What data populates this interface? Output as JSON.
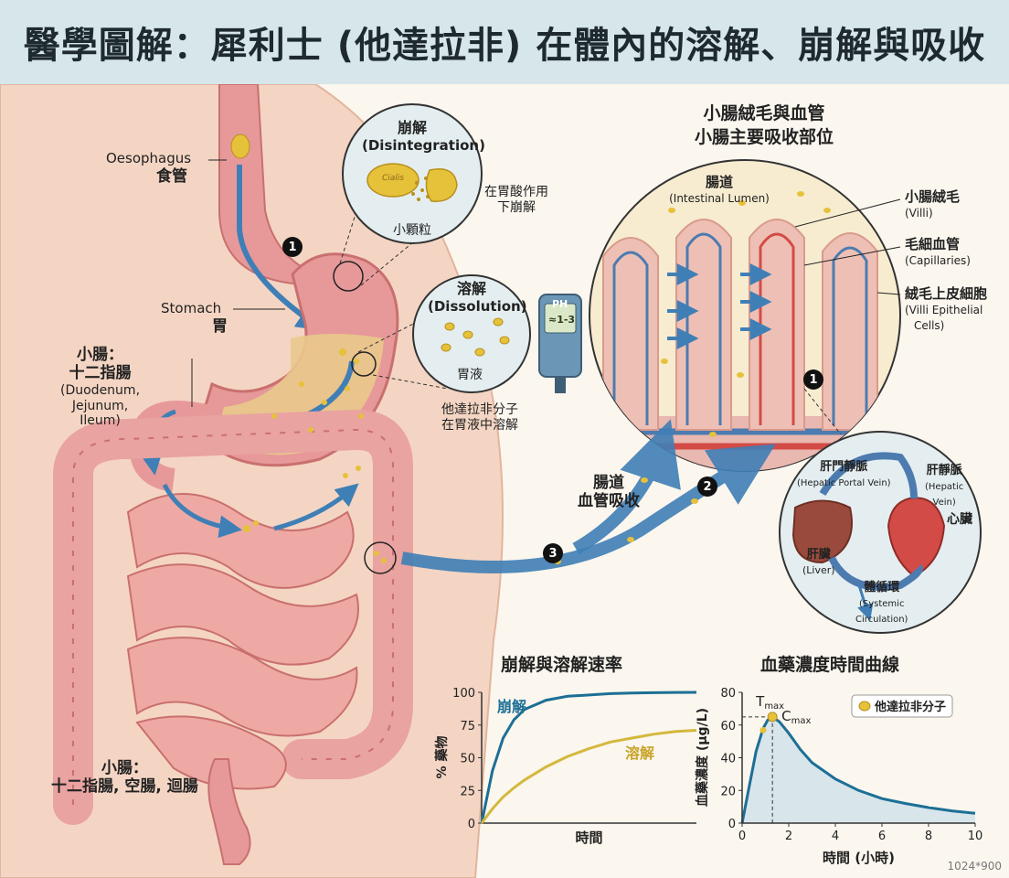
{
  "title": "醫學圖解：犀利士 (他達拉非) 在體內的溶解、崩解與吸收",
  "labels": {
    "oesophagus_en": "Oesophagus",
    "oesophagus_zh": "食管",
    "stomach_en": "Stomach",
    "stomach_zh": "胃",
    "small_int_zh": "小腸：",
    "small_int_zh2": "十二指腸",
    "small_int_en": "(Duodenum,",
    "small_int_en2": "Jejunum,",
    "small_int_en3": "Ileum)",
    "bottom_zh1": "小腸：",
    "bottom_zh2": "十二指腸, 空腸, 迴腸"
  },
  "disintegration": {
    "zh": "崩解",
    "en": "(Disintegration)",
    "tablet": "Cialis",
    "particles": "小顆粒",
    "note1": "在胃酸作用",
    "note2": "下崩解"
  },
  "dissolution": {
    "zh": "溶解",
    "en": "(Dissolution)",
    "fluid": "胃液",
    "note1": "他達拉非分子",
    "note2": "在胃液中溶解",
    "ph_label": "PH",
    "ph_value": "≈1-3"
  },
  "villi": {
    "heading1": "小腸絨毛與血管",
    "heading2": "小腸主要吸收部位",
    "lumen_zh": "腸道",
    "lumen_en": "(Intestinal Lumen)",
    "villi_zh": "小腸絨毛",
    "villi_en": "(Villi)",
    "cap_zh": "毛細血管",
    "cap_en": "(Capillaries)",
    "epi_zh": "絨毛上皮細胞",
    "epi_en1": "(Villi Epithelial",
    "epi_en2": "Cells)"
  },
  "absorption": {
    "zh1": "腸道",
    "zh2": "血管吸收"
  },
  "circulation": {
    "portal_zh": "肝門靜脈",
    "portal_en": "(Hepatic Portal Vein)",
    "hepatic_zh": "肝靜脈",
    "hepatic_en1": "(Hepatic",
    "hepatic_en2": "Vein)",
    "heart": "心臟",
    "liver_zh": "肝臟",
    "liver_en": "(Liver)",
    "systemic_zh": "體循環",
    "systemic_en1": "(Systemic",
    "systemic_en2": "Circulation)"
  },
  "steps": {
    "s1": "1",
    "s2": "2",
    "s3": "3"
  },
  "footer": "1024*900",
  "colors": {
    "title_bg": "#d6e6ea",
    "skin": "#f4d5c3",
    "organ": "#e7999a",
    "organ_dark": "#c9706f",
    "chyme": "#e9c98b",
    "drug": "#e6c13a",
    "arrow_blue": "#3f7fb6",
    "vein_blue": "#4d7bb0",
    "artery_red": "#d34b46",
    "line_blue": "#1c6f96",
    "line_gold": "#d4b83c"
  },
  "chart_data": [
    {
      "type": "line",
      "title": "崩解與溶解速率",
      "xlabel": "時間",
      "ylabel": "% 藥物",
      "ylim": [
        0,
        100
      ],
      "yticks": [
        0,
        25,
        50,
        75,
        100
      ],
      "x": [
        0,
        0.5,
        1,
        1.5,
        2,
        3,
        4,
        5,
        6,
        7,
        8,
        9,
        10
      ],
      "series": [
        {
          "name": "崩解",
          "values": [
            0,
            40,
            65,
            79,
            87,
            94,
            97,
            98,
            99,
            99.5,
            99.7,
            99.9,
            100
          ]
        },
        {
          "name": "溶解",
          "values": [
            0,
            11,
            20,
            27,
            33,
            43,
            51,
            57,
            62,
            65,
            68,
            70,
            71
          ]
        }
      ]
    },
    {
      "type": "area",
      "title": "血藥濃度時間曲線",
      "xlabel": "時間 (小時)",
      "ylabel": "血藥濃度 (μg/L)",
      "xlim": [
        0,
        10
      ],
      "ylim": [
        0,
        80
      ],
      "xticks": [
        0,
        2,
        4,
        6,
        8,
        10
      ],
      "yticks": [
        0,
        20,
        40,
        60,
        80
      ],
      "legend": "他達拉非分子",
      "tmax_label": "T",
      "tmax_sub": "max",
      "cmax_label": "C",
      "cmax_sub": "max",
      "tmax": 1.3,
      "cmax": 65,
      "series": [
        {
          "x": [
            0,
            0.3,
            0.6,
            0.9,
            1.1,
            1.3,
            1.6,
            2,
            2.5,
            3,
            4,
            5,
            6,
            7,
            8,
            9,
            10
          ],
          "values": [
            0,
            22,
            44,
            58,
            63,
            65,
            62,
            55,
            45,
            37,
            27,
            20,
            15,
            12,
            9.5,
            7.5,
            6
          ]
        }
      ]
    }
  ]
}
